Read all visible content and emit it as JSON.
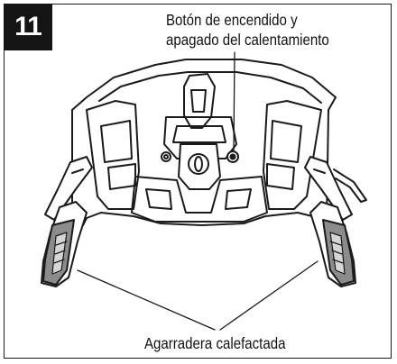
{
  "step": {
    "number": "11"
  },
  "callouts": {
    "power_button_line1": "Botón de encendido y",
    "power_button_line2": "apagado del calentamiento",
    "heated_grip": "Agarradera calefactada"
  }
}
